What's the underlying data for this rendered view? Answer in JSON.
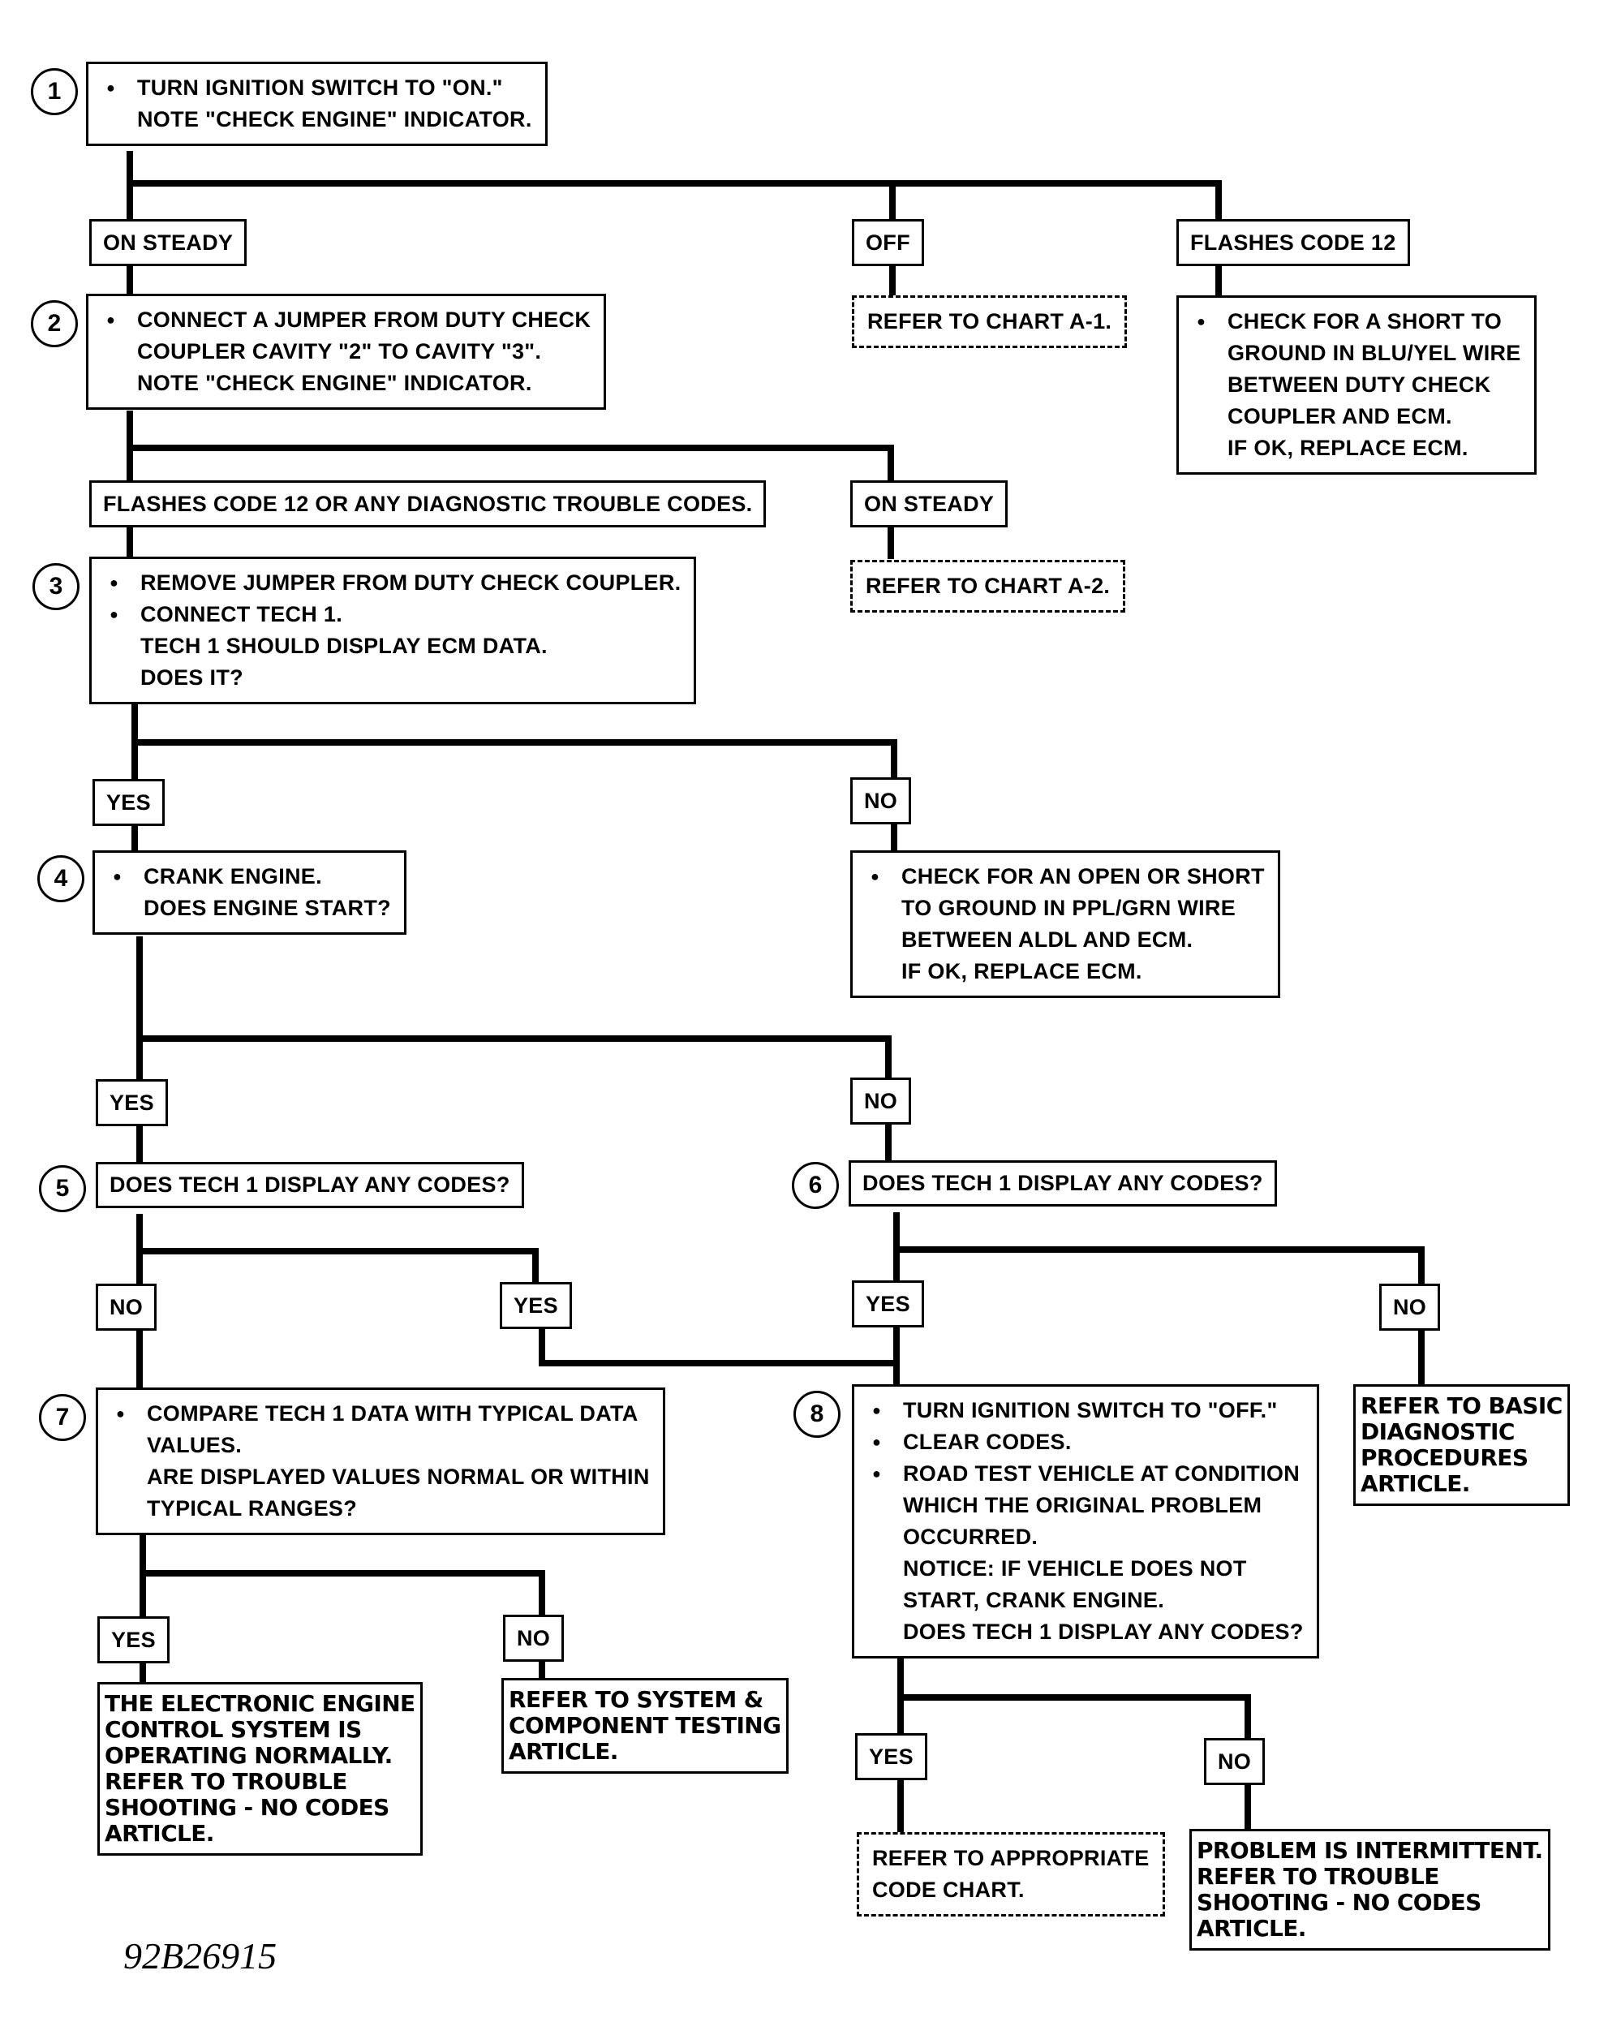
{
  "steps": [
    {
      "number": "1",
      "lines": [
        "TURN IGNITION SWITCH TO \"ON.\"",
        "NOTE \"CHECK ENGINE\" INDICATOR."
      ]
    },
    {
      "number": "2",
      "lines": [
        "CONNECT A JUMPER FROM DUTY CHECK",
        "COUPLER CAVITY \"2\" TO CAVITY \"3\".",
        "NOTE \"CHECK ENGINE\" INDICATOR."
      ]
    },
    {
      "number": "3",
      "lines": [
        "REMOVE JUMPER FROM DUTY CHECK COUPLER.",
        "CONNECT TECH 1.",
        "TECH 1 SHOULD DISPLAY ECM DATA.",
        "DOES IT?"
      ]
    },
    {
      "number": "4",
      "lines": [
        "CRANK ENGINE.",
        "DOES ENGINE START?"
      ]
    },
    {
      "number": "5",
      "lines": [
        "DOES TECH 1 DISPLAY ANY CODES?"
      ]
    },
    {
      "number": "6",
      "lines": [
        "DOES TECH 1 DISPLAY ANY CODES?"
      ]
    },
    {
      "number": "7",
      "lines": [
        "COMPARE TECH 1 DATA WITH TYPICAL DATA",
        "VALUES.",
        "ARE DISPLAYED VALUES NORMAL OR WITHIN",
        "TYPICAL RANGES?"
      ]
    },
    {
      "number": "8",
      "lines": [
        "TURN IGNITION SWITCH TO \"OFF.\"",
        "CLEAR CODES.",
        "ROAD TEST VEHICLE AT CONDITION",
        "WHICH THE ORIGINAL PROBLEM",
        "OCCURRED.",
        "NOTICE:  IF VEHICLE DOES NOT",
        "START, CRANK ENGINE.",
        "DOES TECH 1 DISPLAY ANY CODES?"
      ]
    }
  ],
  "branch_labels": {
    "s1_on_steady": "ON STEADY",
    "s1_off": "OFF",
    "s1_flashes": "FLASHES CODE 12",
    "s2_flashes": "FLASHES CODE 12 OR ANY DIAGNOSTIC TROUBLE CODES.",
    "s2_on_steady": "ON STEADY",
    "s3_yes": "YES",
    "s3_no": "NO",
    "s4_yes": "YES",
    "s4_no": "NO",
    "s5_no": "NO",
    "s5_yes": "YES",
    "s6_yes": "YES",
    "s6_no": "NO",
    "s7_yes": "YES",
    "s7_no": "NO",
    "s8_yes": "YES",
    "s8_no": "NO"
  },
  "results": {
    "chart_a1": [
      "REFER TO CHART A-1."
    ],
    "short_blu_yel": [
      "CHECK FOR A SHORT TO",
      "GROUND IN BLU/YEL WIRE",
      "BETWEEN DUTY CHECK",
      "COUPLER AND ECM.",
      "IF OK, REPLACE ECM."
    ],
    "chart_a2": [
      "REFER TO CHART A-2."
    ],
    "open_ppl_grn": [
      "CHECK FOR AN OPEN OR SHORT",
      "TO GROUND IN PPL/GRN WIRE",
      "BETWEEN ALDL AND ECM.",
      "IF OK, REPLACE ECM."
    ],
    "basic_diag": [
      "REFER TO BASIC",
      "DIAGNOSTIC",
      "PROCEDURES",
      "ARTICLE."
    ],
    "operating_normally": [
      "THE ELECTRONIC ENGINE",
      "CONTROL SYSTEM IS",
      "OPERATING NORMALLY.",
      "REFER TO TROUBLE",
      "SHOOTING - NO CODES",
      "ARTICLE."
    ],
    "system_component": [
      "REFER TO SYSTEM &",
      "COMPONENT TESTING",
      "ARTICLE."
    ],
    "code_chart": [
      "REFER TO APPROPRIATE",
      "CODE CHART."
    ],
    "intermittent": [
      "PROBLEM IS INTERMITTENT.",
      "REFER TO TROUBLE",
      "SHOOTING - NO CODES",
      "ARTICLE."
    ]
  },
  "figure_id": "92B26915"
}
